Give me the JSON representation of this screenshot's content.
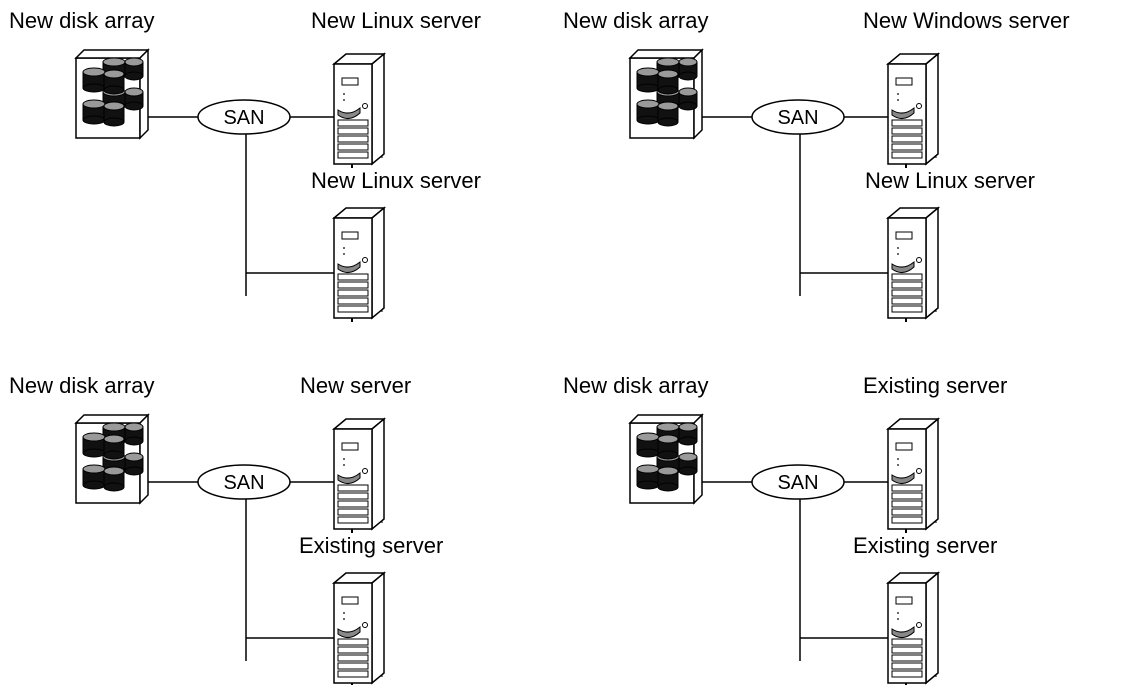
{
  "diagram": {
    "link_label": "SAN",
    "colors": {
      "line": "#000000",
      "disk_fill": "#111111",
      "disk_top": "#9a9a9a",
      "background": "#ffffff"
    },
    "panels": [
      {
        "name": "top-left",
        "disk_label": "New disk array",
        "server_top_label": "New Linux server",
        "server_bottom_label": "New Linux server"
      },
      {
        "name": "top-right",
        "disk_label": "New disk array",
        "server_top_label": "New Windows server",
        "server_bottom_label": "New Linux server"
      },
      {
        "name": "bottom-left",
        "disk_label": "New disk array",
        "server_top_label": "New server",
        "server_bottom_label": "Existing server"
      },
      {
        "name": "bottom-right",
        "disk_label": "New disk array",
        "server_top_label": "Existing server",
        "server_bottom_label": "Existing server"
      }
    ]
  }
}
